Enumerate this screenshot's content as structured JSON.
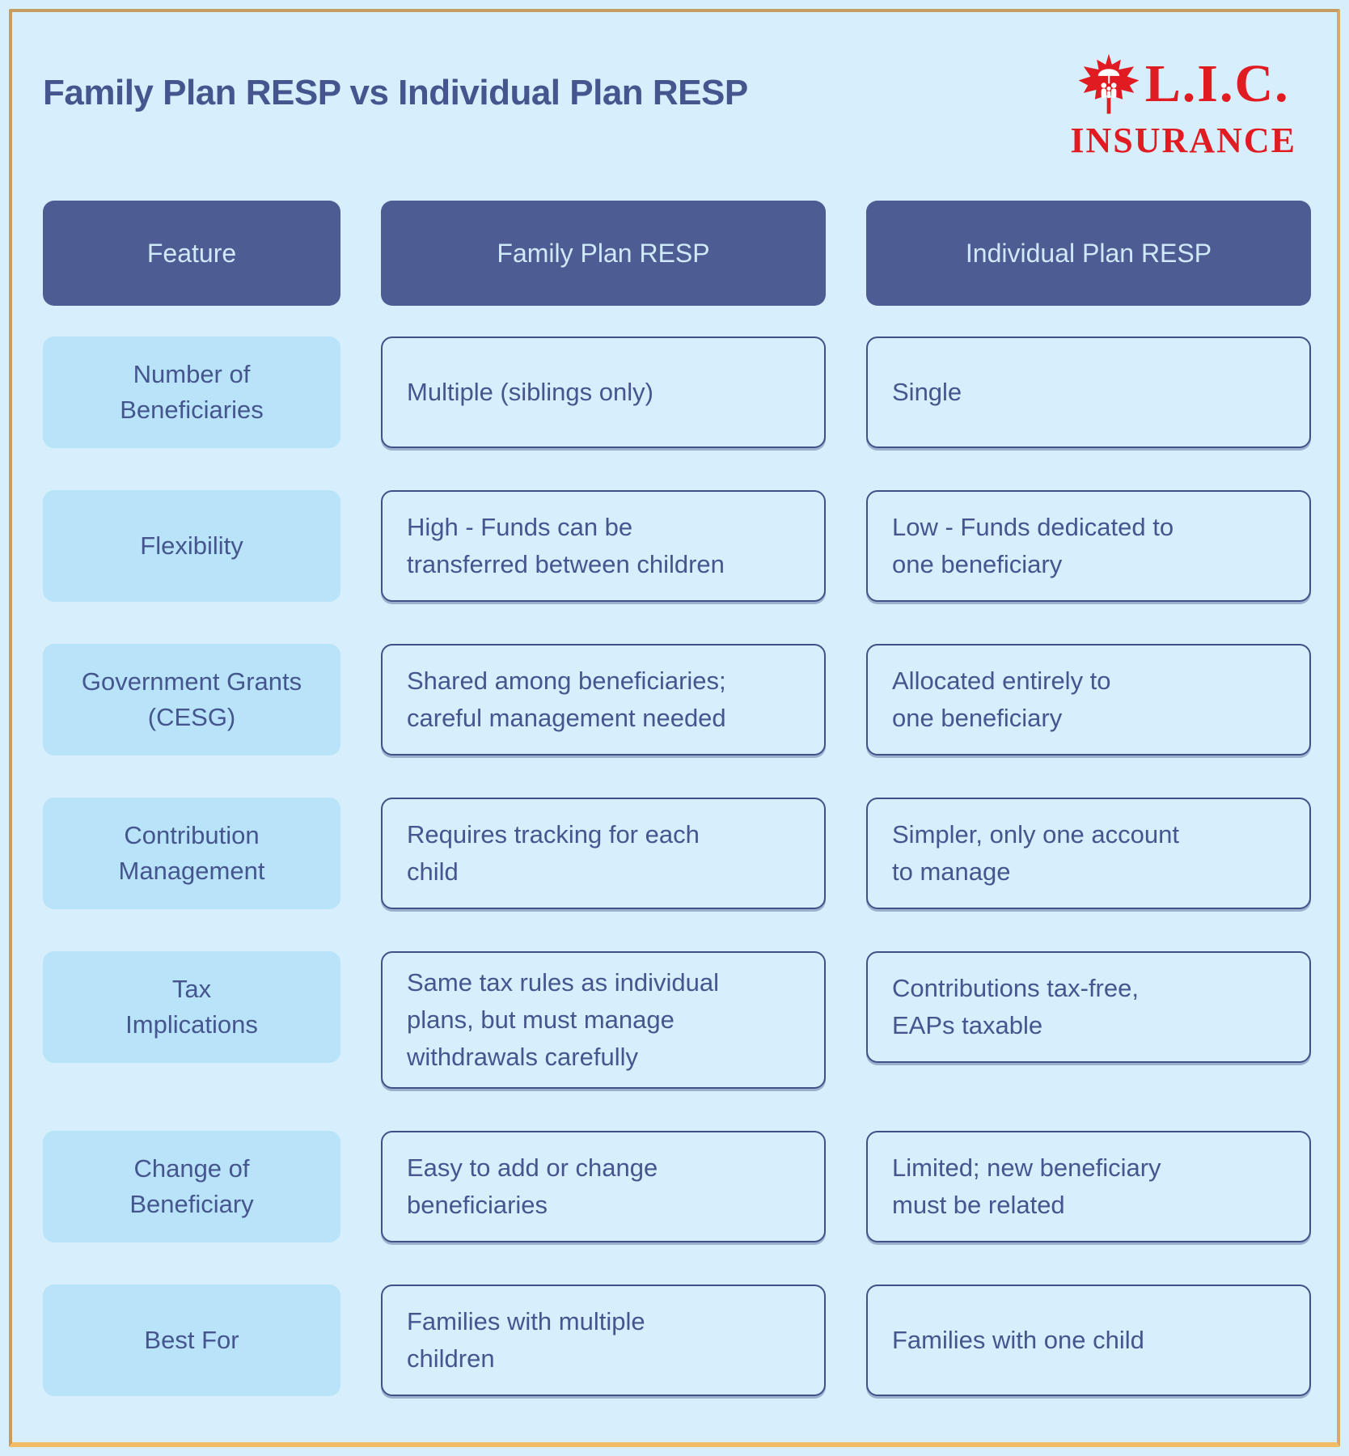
{
  "page": {
    "title": "Family Plan RESP vs Individual Plan RESP",
    "colors": {
      "background": "#d7eefc",
      "frame_top": "#c69d60",
      "frame_bottom": "#f2bc66",
      "header_bg": "#4d5c92",
      "header_text": "#cfe9f8",
      "feature_bg": "#b9e3f9",
      "text": "#45568f",
      "cell_border": "#3f5288",
      "logo_red": "#e01b22"
    }
  },
  "logo": {
    "name": "L.I.C.",
    "subtitle": "INSURANCE",
    "icon": "maple-leaf-family-icon"
  },
  "table": {
    "headers": [
      "Feature",
      "Family Plan RESP",
      "Individual Plan RESP"
    ],
    "rows": [
      {
        "feature": "Number of\nBeneficiaries",
        "family": "Multiple (siblings only)",
        "individual": "Single"
      },
      {
        "feature": "Flexibility",
        "family": "High - Funds can be\ntransferred between children",
        "individual": "Low - Funds dedicated to\none beneficiary"
      },
      {
        "feature": "Government Grants\n(CESG)",
        "family": "Shared among beneficiaries;\ncareful management needed",
        "individual": "Allocated entirely to\none beneficiary"
      },
      {
        "feature": "Contribution\nManagement",
        "family": "Requires tracking for each\nchild",
        "individual": "Simpler, only one account\nto manage"
      },
      {
        "feature": "Tax\nImplications",
        "family": "Same tax rules as individual\nplans, but must manage\nwithdrawals carefully",
        "individual": "Contributions tax-free,\nEAPs taxable"
      },
      {
        "feature": "Change of\nBeneficiary",
        "family": "Easy to add or change\nbeneficiaries",
        "individual": "Limited; new beneficiary\nmust be related"
      },
      {
        "feature": "Best For",
        "family": "Families with multiple\nchildren",
        "individual": "Families with one child"
      }
    ]
  }
}
